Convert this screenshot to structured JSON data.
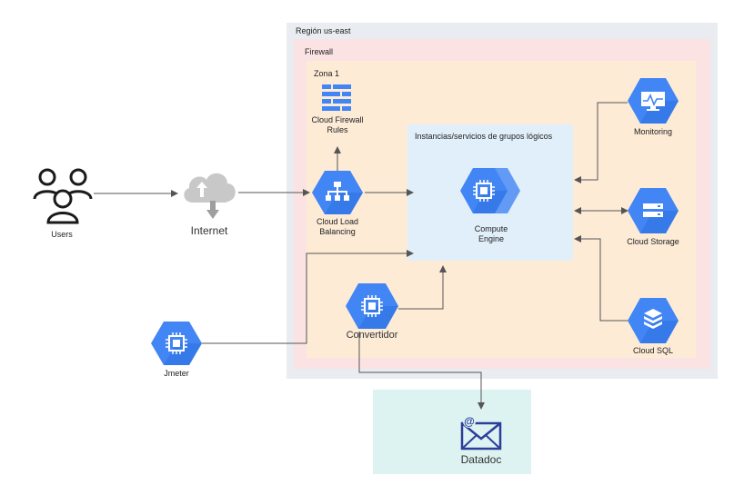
{
  "region": {
    "title": "Región us-east"
  },
  "firewall": {
    "title": "Firewall"
  },
  "zona": {
    "title": "Zona 1"
  },
  "group": {
    "title": "Instancias/servicios de grupos lógicos"
  },
  "nodes": {
    "users": "Users",
    "internet": "Internet",
    "firewall_rules": "Cloud Firewall Rules",
    "load_balancing": "Cloud Load Balancing",
    "compute_engine": "Compute Engine",
    "convertidor": "Convertidor",
    "jmeter": "Jmeter",
    "monitoring": "Monitoring",
    "cloud_storage": "Cloud Storage",
    "cloud_sql": "Cloud SQL",
    "datadoc": "Datadoc"
  },
  "colors": {
    "gcp_blue": "#4285f4",
    "gcp_blue_dark": "#2a6fe0",
    "cloud_gray": "#c8c8c8",
    "mail_blue": "#2c3e9a",
    "line": "#555555"
  },
  "icons": {
    "users": "users-group-icon",
    "internet": "cloud-upload-icon",
    "firewall_rules": "firewall-icon",
    "load_balancing": "load-balancer-icon",
    "compute": "chip-icon",
    "monitoring": "monitor-icon",
    "storage": "storage-icon",
    "sql": "database-icon",
    "datadoc": "mail-icon"
  }
}
